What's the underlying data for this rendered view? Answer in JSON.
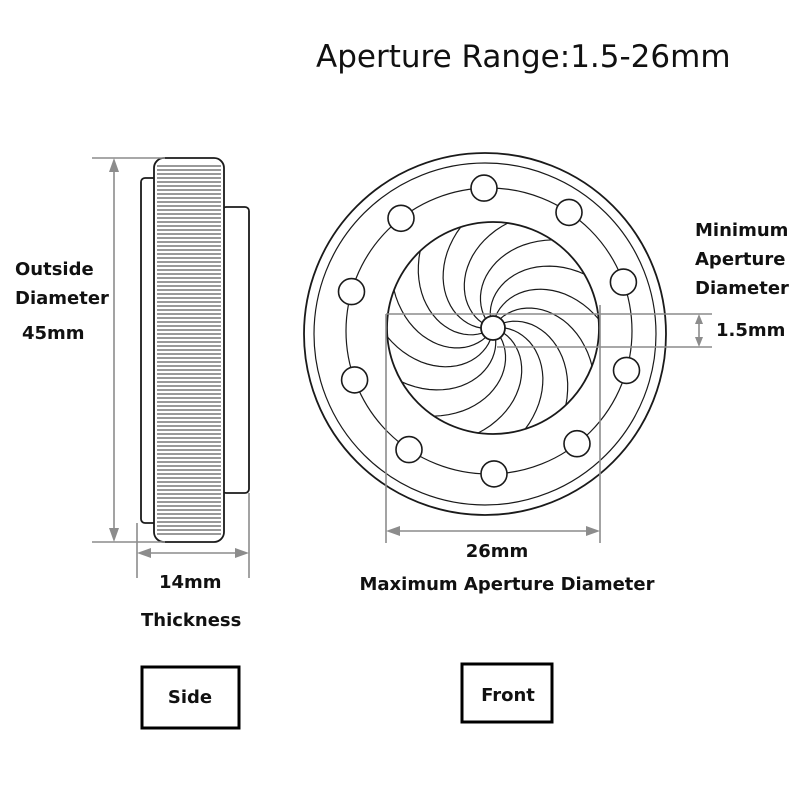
{
  "title": "Aperture Range:1.5-26mm",
  "side": {
    "outside_label_line1": "Outside",
    "outside_label_line2": "Diameter",
    "outside_value": "45mm",
    "thickness_value": "14mm",
    "thickness_label": "Thickness",
    "view_label": "Side"
  },
  "front": {
    "min_label_line1": "Minimum",
    "min_label_line2": "Aperture",
    "min_label_line3": "Diameter",
    "min_value": "1.5mm",
    "max_value": "26mm",
    "max_label": "Maximum Aperture Diameter",
    "view_label": "Front",
    "blade_count": 14,
    "hole_count": 10
  },
  "colors": {
    "line": "#1a1a1a",
    "dimension": "#8c8c8c",
    "background": "#ffffff"
  }
}
